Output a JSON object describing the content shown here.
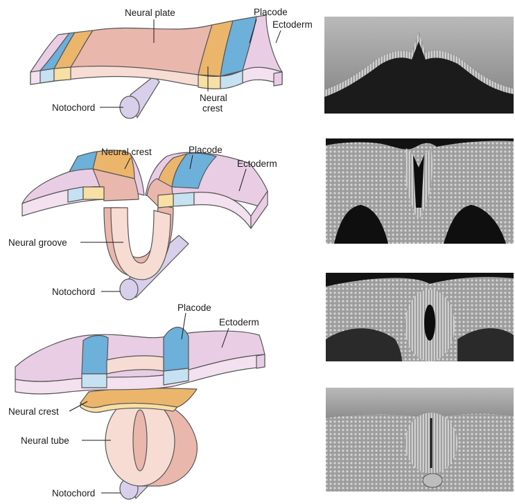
{
  "labels": {
    "panel1": {
      "neural_plate": "Neural plate",
      "placode": "Placode",
      "ectoderm": "Ectoderm",
      "neural_crest_line1": "Neural",
      "neural_crest_line2": "crest",
      "notochord": "Notochord"
    },
    "panel2": {
      "neural_crest": "Neural crest",
      "placode": "Placode",
      "ectoderm": "Ectoderm",
      "neural_groove": "Neural groove",
      "notochord": "Notochord"
    },
    "panel3": {
      "placode": "Placode",
      "ectoderm": "Ectoderm",
      "neural_crest": "Neural crest",
      "neural_tube": "Neural tube",
      "notochord": "Notochord"
    }
  },
  "colors": {
    "ectoderm": "#e9cde5",
    "ectoderm_side": "#f3e1ef",
    "neural_plate": "#eab7ad",
    "neural_plate_side": "#f6dcd3",
    "neural_crest": "#ebb66c",
    "neural_crest_side": "#f8dfa4",
    "placode": "#6db0d9",
    "placode_side": "#c6e1f2",
    "notochord": "#d8d0ea",
    "outline": "#555555",
    "micrograph_dark": "#1c1c1c",
    "micrograph_tissue": "#c9c9c9"
  },
  "micrographs": [
    {
      "stage": "neural plate"
    },
    {
      "stage": "neural groove"
    },
    {
      "stage": "neural folds fusing"
    },
    {
      "stage": "neural tube"
    }
  ]
}
